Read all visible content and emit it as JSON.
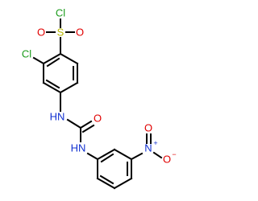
{
  "molecule": {
    "atoms": {
      "cl_sulfonyl": {
        "text": "Cl",
        "color": "#1a9b1a"
      },
      "s": {
        "text": "S",
        "color": "#b8b800"
      },
      "o_sulfonyl_left": {
        "text": "O",
        "color": "#e00000"
      },
      "o_sulfonyl_right": {
        "text": "O",
        "color": "#e00000"
      },
      "cl_ring": {
        "text": "Cl",
        "color": "#1a9b1a"
      },
      "nh_upper": {
        "text": "HN",
        "color": "#1030d0"
      },
      "o_carbonyl": {
        "text": "O",
        "color": "#e00000"
      },
      "nh_lower": {
        "text": "HN",
        "color": "#1030d0"
      },
      "n_nitro": {
        "text": "N",
        "color": "#1030d0"
      },
      "n_nitro_charge": {
        "text": "+",
        "color": "#1030d0"
      },
      "o_nitro_top": {
        "text": "O",
        "color": "#e00000"
      },
      "o_nitro_right": {
        "text": "O",
        "color": "#e00000"
      },
      "o_nitro_charge": {
        "text": "−",
        "color": "#e00000"
      }
    }
  }
}
